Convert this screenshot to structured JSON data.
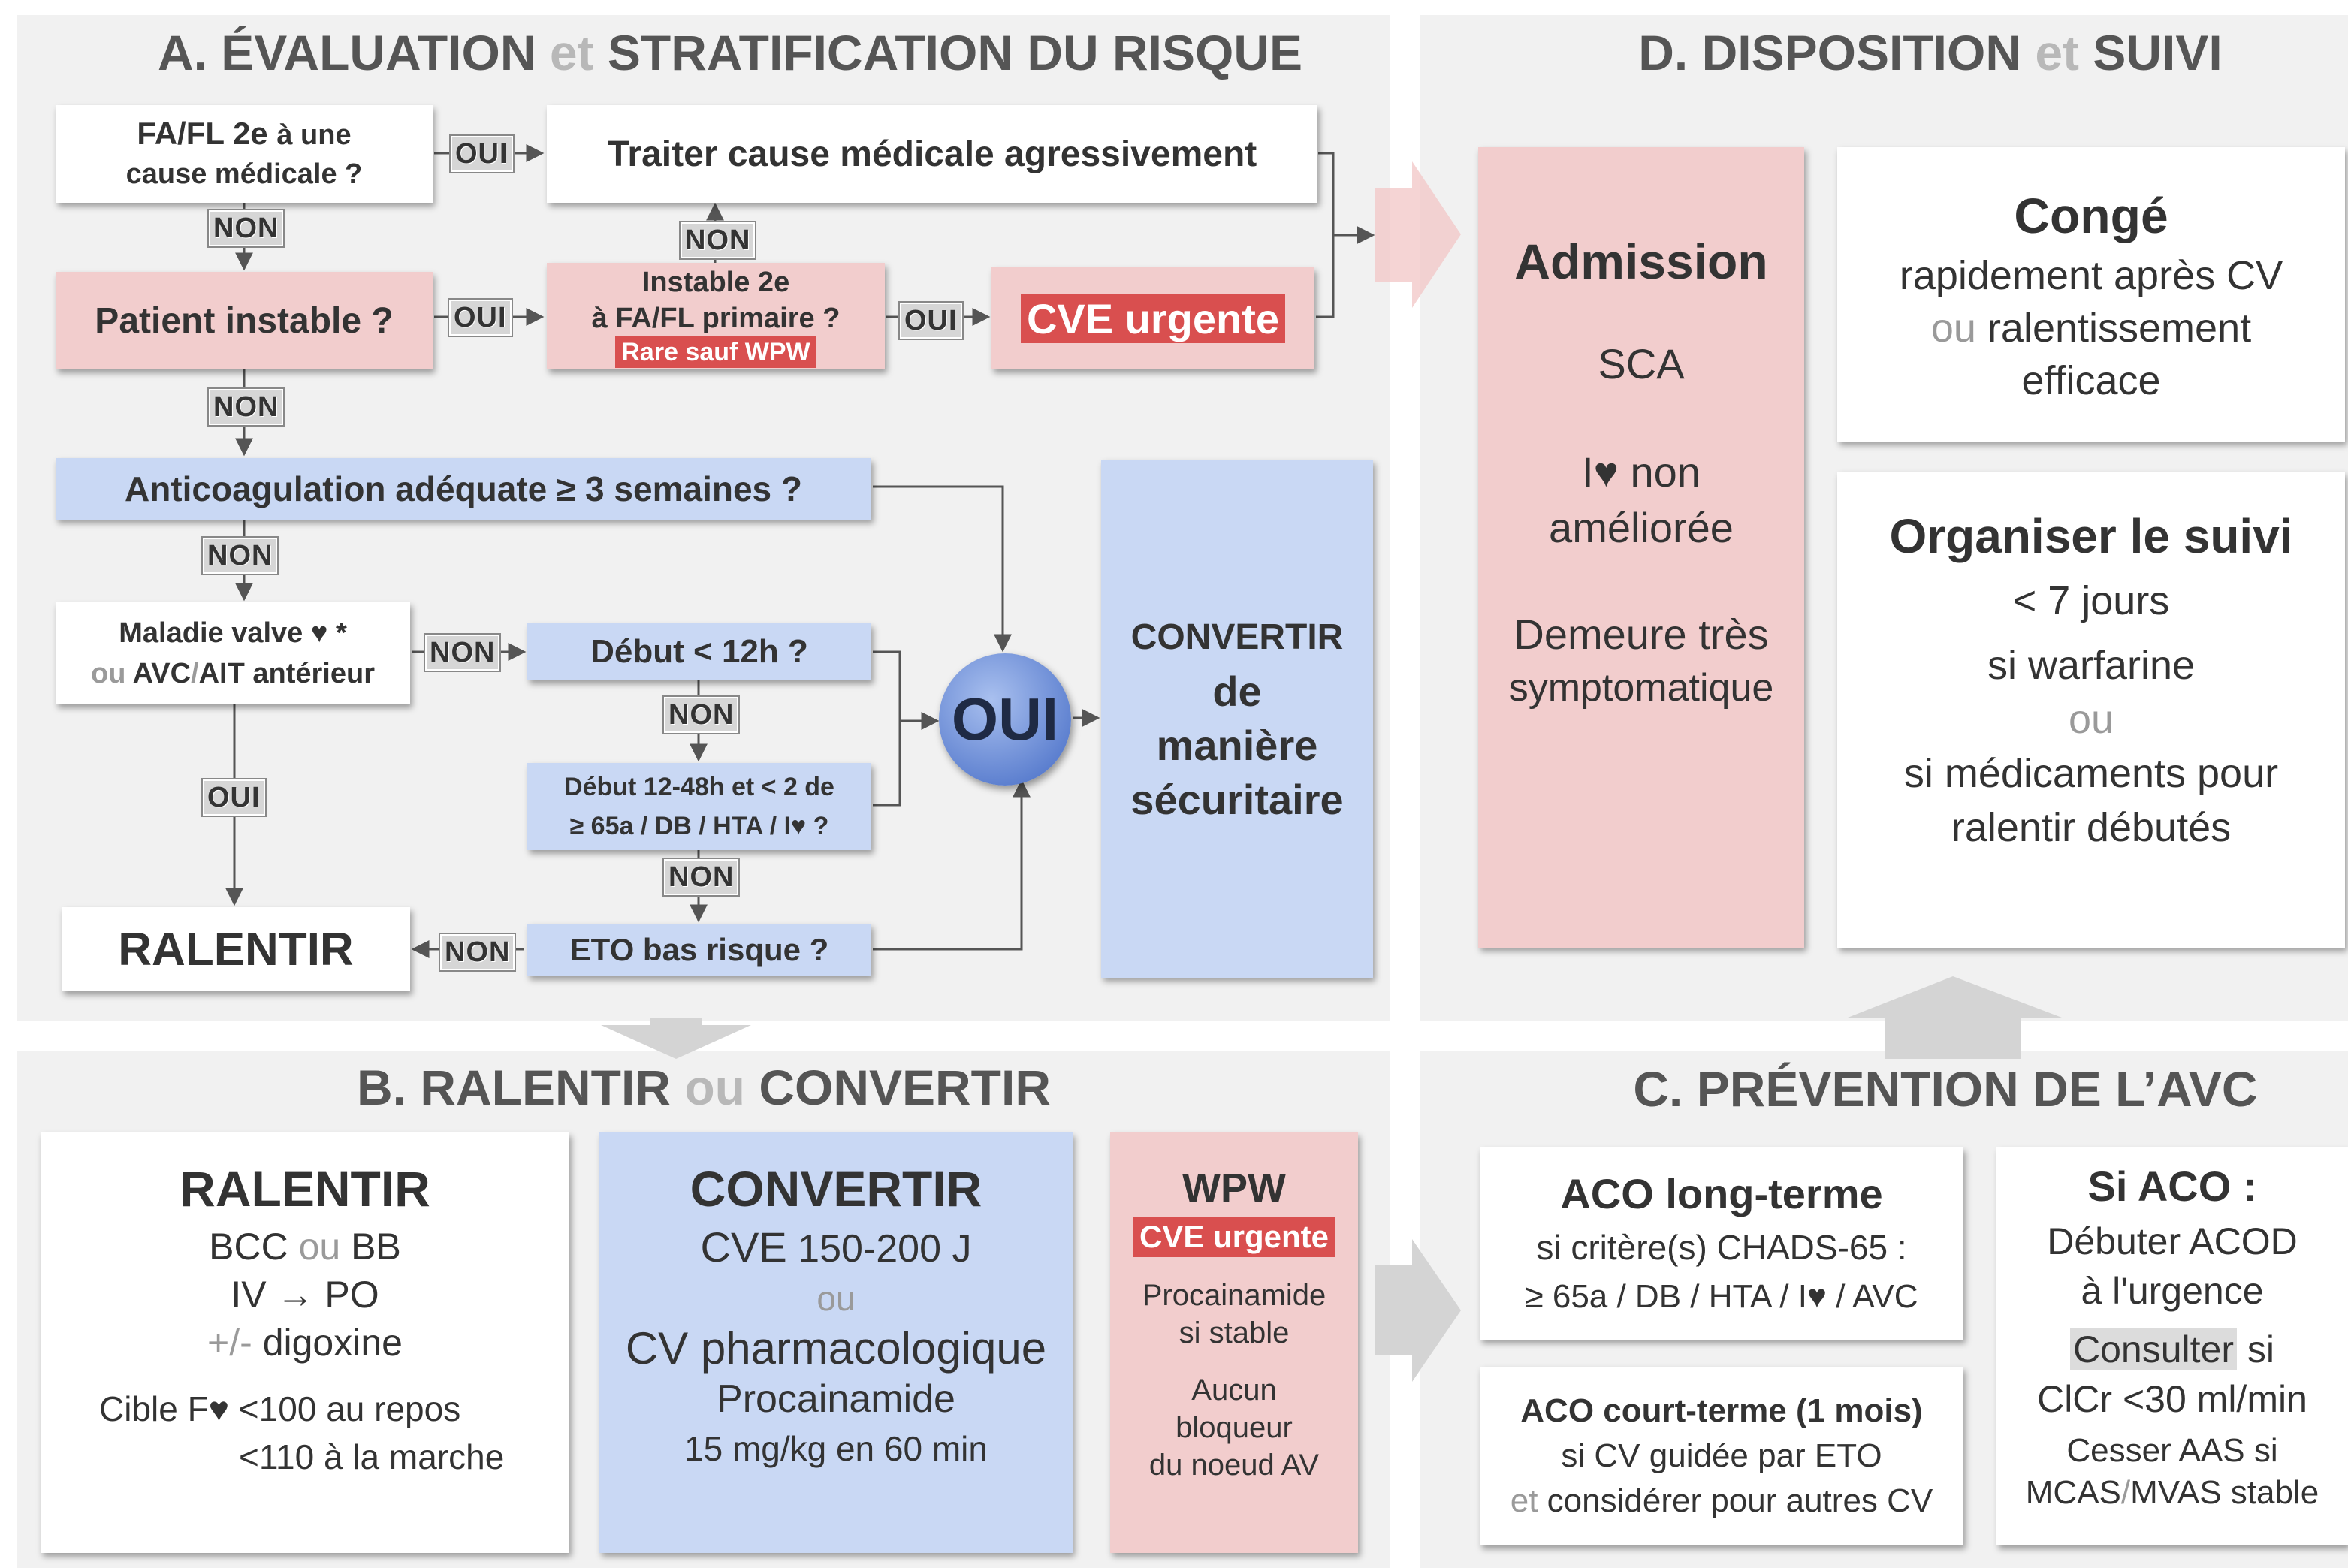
{
  "panels": {
    "a": {
      "t1": "A. ÉVALUATION",
      "t2": "et",
      "t3": "STRATIFICATION DU RISQUE"
    },
    "b": {
      "t1": "B. RALENTIR",
      "t2": "ou",
      "t3": "CONVERTIR"
    },
    "c": {
      "t1": "C. PRÉVENTION DE L’AVC"
    },
    "d": {
      "t1": "D. DISPOSITION",
      "t2": "et",
      "t3": "SUIVI"
    }
  },
  "flow": {
    "q_cause_1": "FA/FL 2e",
    "q_cause_1b": "à une",
    "q_cause_2": "cause médicale ?",
    "treat": "Traiter cause médicale agressivement",
    "unstable": "Patient instable ?",
    "primary_1": "Instable 2e",
    "primary_2": "à FA/FL primaire ?",
    "primary_3": "Rare sauf WPW",
    "cve_urgent": "CVE urgente",
    "anticoag": "Anticoagulation adéquate ≥ 3 semaines ?",
    "valve_1": "Maladie valve ♥ *",
    "valve_2a": "ou",
    "valve_2b": "AVC",
    "valve_2c": "/",
    "valve_2d": "AIT antérieur",
    "debut12": "Début < 12h  ?",
    "debut48_1": "Début 12-48h et < 2 de",
    "debut48_2": "≥ 65a / DB / HTA / I♥ ?",
    "eto": "ETO bas risque ?",
    "ralentir": "RALENTIR",
    "oui_circle": "OUI",
    "convert_1": "CONVERTIR",
    "convert_2": "de",
    "convert_3": "manière",
    "convert_4": "sécuritaire"
  },
  "labels": {
    "oui": "OUI",
    "non": "NON"
  },
  "b": {
    "ralentir": {
      "title": "RALENTIR",
      "l1a": "BCC",
      "l1b": "ou",
      "l1c": "BB",
      "l2": "IV → PO",
      "l3a": "+/-",
      "l3b": "digoxine",
      "l4": "Cible F♥ <100 au repos",
      "l5": "<110 à la marche"
    },
    "convertir": {
      "title": "CONVERTIR",
      "l1a": "CVE",
      "l1b": "150-200 J",
      "l2": "ou",
      "l3": "CV pharmacologique",
      "l4": "Procainamide",
      "l5": "15 mg/kg en 60 min"
    },
    "wpw": {
      "title": "WPW",
      "tag": "CVE urgente",
      "l1": "Procainamide",
      "l2": "si stable",
      "l3": "Aucun",
      "l4": "bloqueur",
      "l5": "du noeud AV"
    }
  },
  "c": {
    "aco_long": {
      "title": "ACO long-terme",
      "l1": "si critère(s) CHADS-65 :",
      "l2": "≥ 65a / DB / HTA / I♥ / AVC"
    },
    "aco_court": {
      "title": "ACO court-terme (1 mois)",
      "l1": "si CV guidée par ETO",
      "l2a": "et",
      "l2b": "considérer pour autres CV"
    },
    "si_aco": {
      "title": "Si ACO :",
      "l1": "Débuter ACOD",
      "l2": "à l'urgence",
      "l3a": "Consulter",
      "l3b": "si",
      "l4": "ClCr <30 ml/min",
      "l5": "Cesser AAS si",
      "l6a": "MCAS",
      "l6b": "/",
      "l6c": "MVAS stable"
    }
  },
  "d": {
    "admission": {
      "title": "Admission",
      "l1": "SCA",
      "l2": "I♥ non",
      "l3": "améliorée",
      "l4": "Demeure très",
      "l5": "symptomatique"
    },
    "conge": {
      "title": "Congé",
      "l1": "rapidement après CV",
      "l2a": "ou",
      "l2b": "ralentissement",
      "l3": "efficace"
    },
    "suivi": {
      "title": "Organiser le suivi",
      "l1": "< 7 jours",
      "l2": "si warfarine",
      "l3": "ou",
      "l4": "si médicaments pour",
      "l5": "ralentir débutés"
    }
  },
  "colors": {
    "pink": "#f2cdcd",
    "blue": "#c9d8f4",
    "red": "#d94f4f",
    "panel": "#f1f1f1"
  }
}
